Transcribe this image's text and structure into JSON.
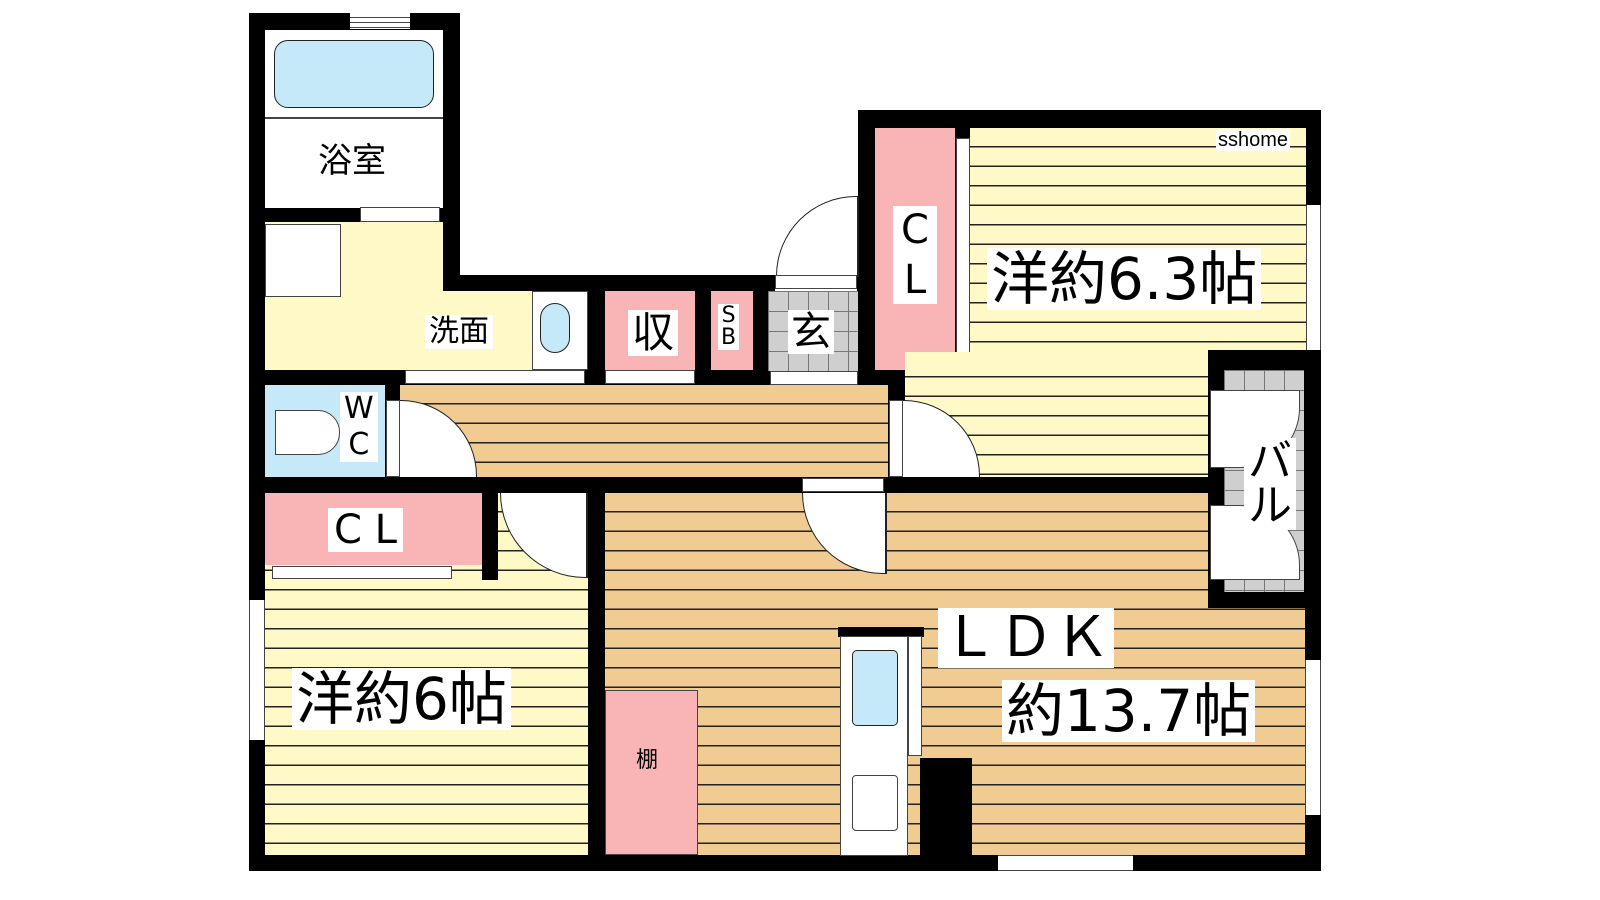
{
  "rooms": {
    "bath": "浴室",
    "washroom": "洗面",
    "storage": "収",
    "shoebox": [
      "S",
      "B"
    ],
    "entrance": "玄",
    "toilet": [
      "W",
      "C"
    ],
    "closet_left": "C L",
    "closet_right": [
      "C",
      "L"
    ],
    "western_room_1": "洋約6.3帖",
    "western_room_2": "洋約6帖",
    "ldk_title": "ＬＤＫ",
    "ldk_size": "約13.7帖",
    "shelf": "棚",
    "balcony": [
      "バ",
      "ル"
    ]
  },
  "watermark": "sshome",
  "colors": {
    "yellow": "#fff9c8",
    "orange": "#f0cb92",
    "pink": "#f9b5b5",
    "blue": "#c5e9f8",
    "tile": "#cfcfcf"
  }
}
